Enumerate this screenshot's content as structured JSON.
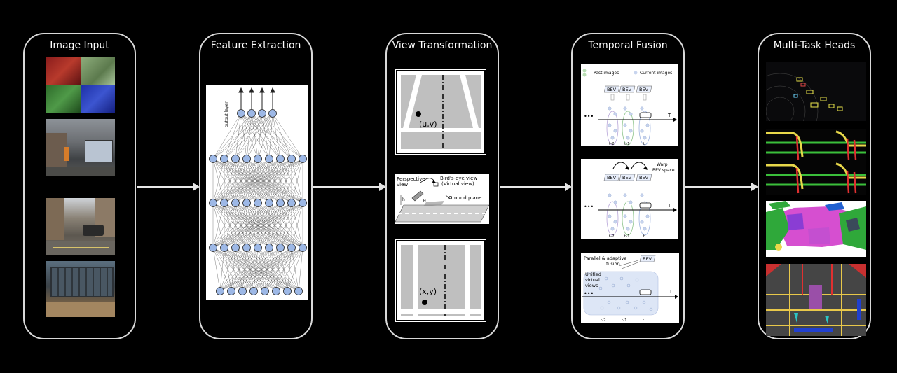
{
  "stages": {
    "image_input": "Image Input",
    "feature_extraction": "Feature Extraction",
    "view_transformation": "View Transformation",
    "temporal_fusion": "Temporal Fusion",
    "multi_task_heads": "Multi-Task Heads"
  },
  "feature": {
    "output_layer": "output layer"
  },
  "view": {
    "uv": "(u,v)",
    "xy": "(x,y)",
    "perspective": "Perspective",
    "view_word": "view",
    "birds_eye": "Bird's-eye view",
    "virtual_view": "(Virtual view)",
    "ground_plane": "Ground plane",
    "h": "h",
    "theta": "θ"
  },
  "temporal": {
    "past_images": "Past images",
    "current_images": "Current images",
    "bev": "BEV",
    "t_axis": "T",
    "dots": "•••",
    "t2": "t-2",
    "t1": "t-1",
    "t": "t",
    "warp": "Warp",
    "bev_space": "BEV space",
    "parallel": "Parallel & adaptive",
    "fusion": "fusion",
    "unified": "Unified",
    "virtual": "virtual",
    "views": "views"
  },
  "colors": {
    "panel_border": "#d9d9d9",
    "background": "#000000",
    "past_green": "#8dc48a",
    "current_blue": "#9fb4e0",
    "node_blue": "#9db8e6"
  }
}
